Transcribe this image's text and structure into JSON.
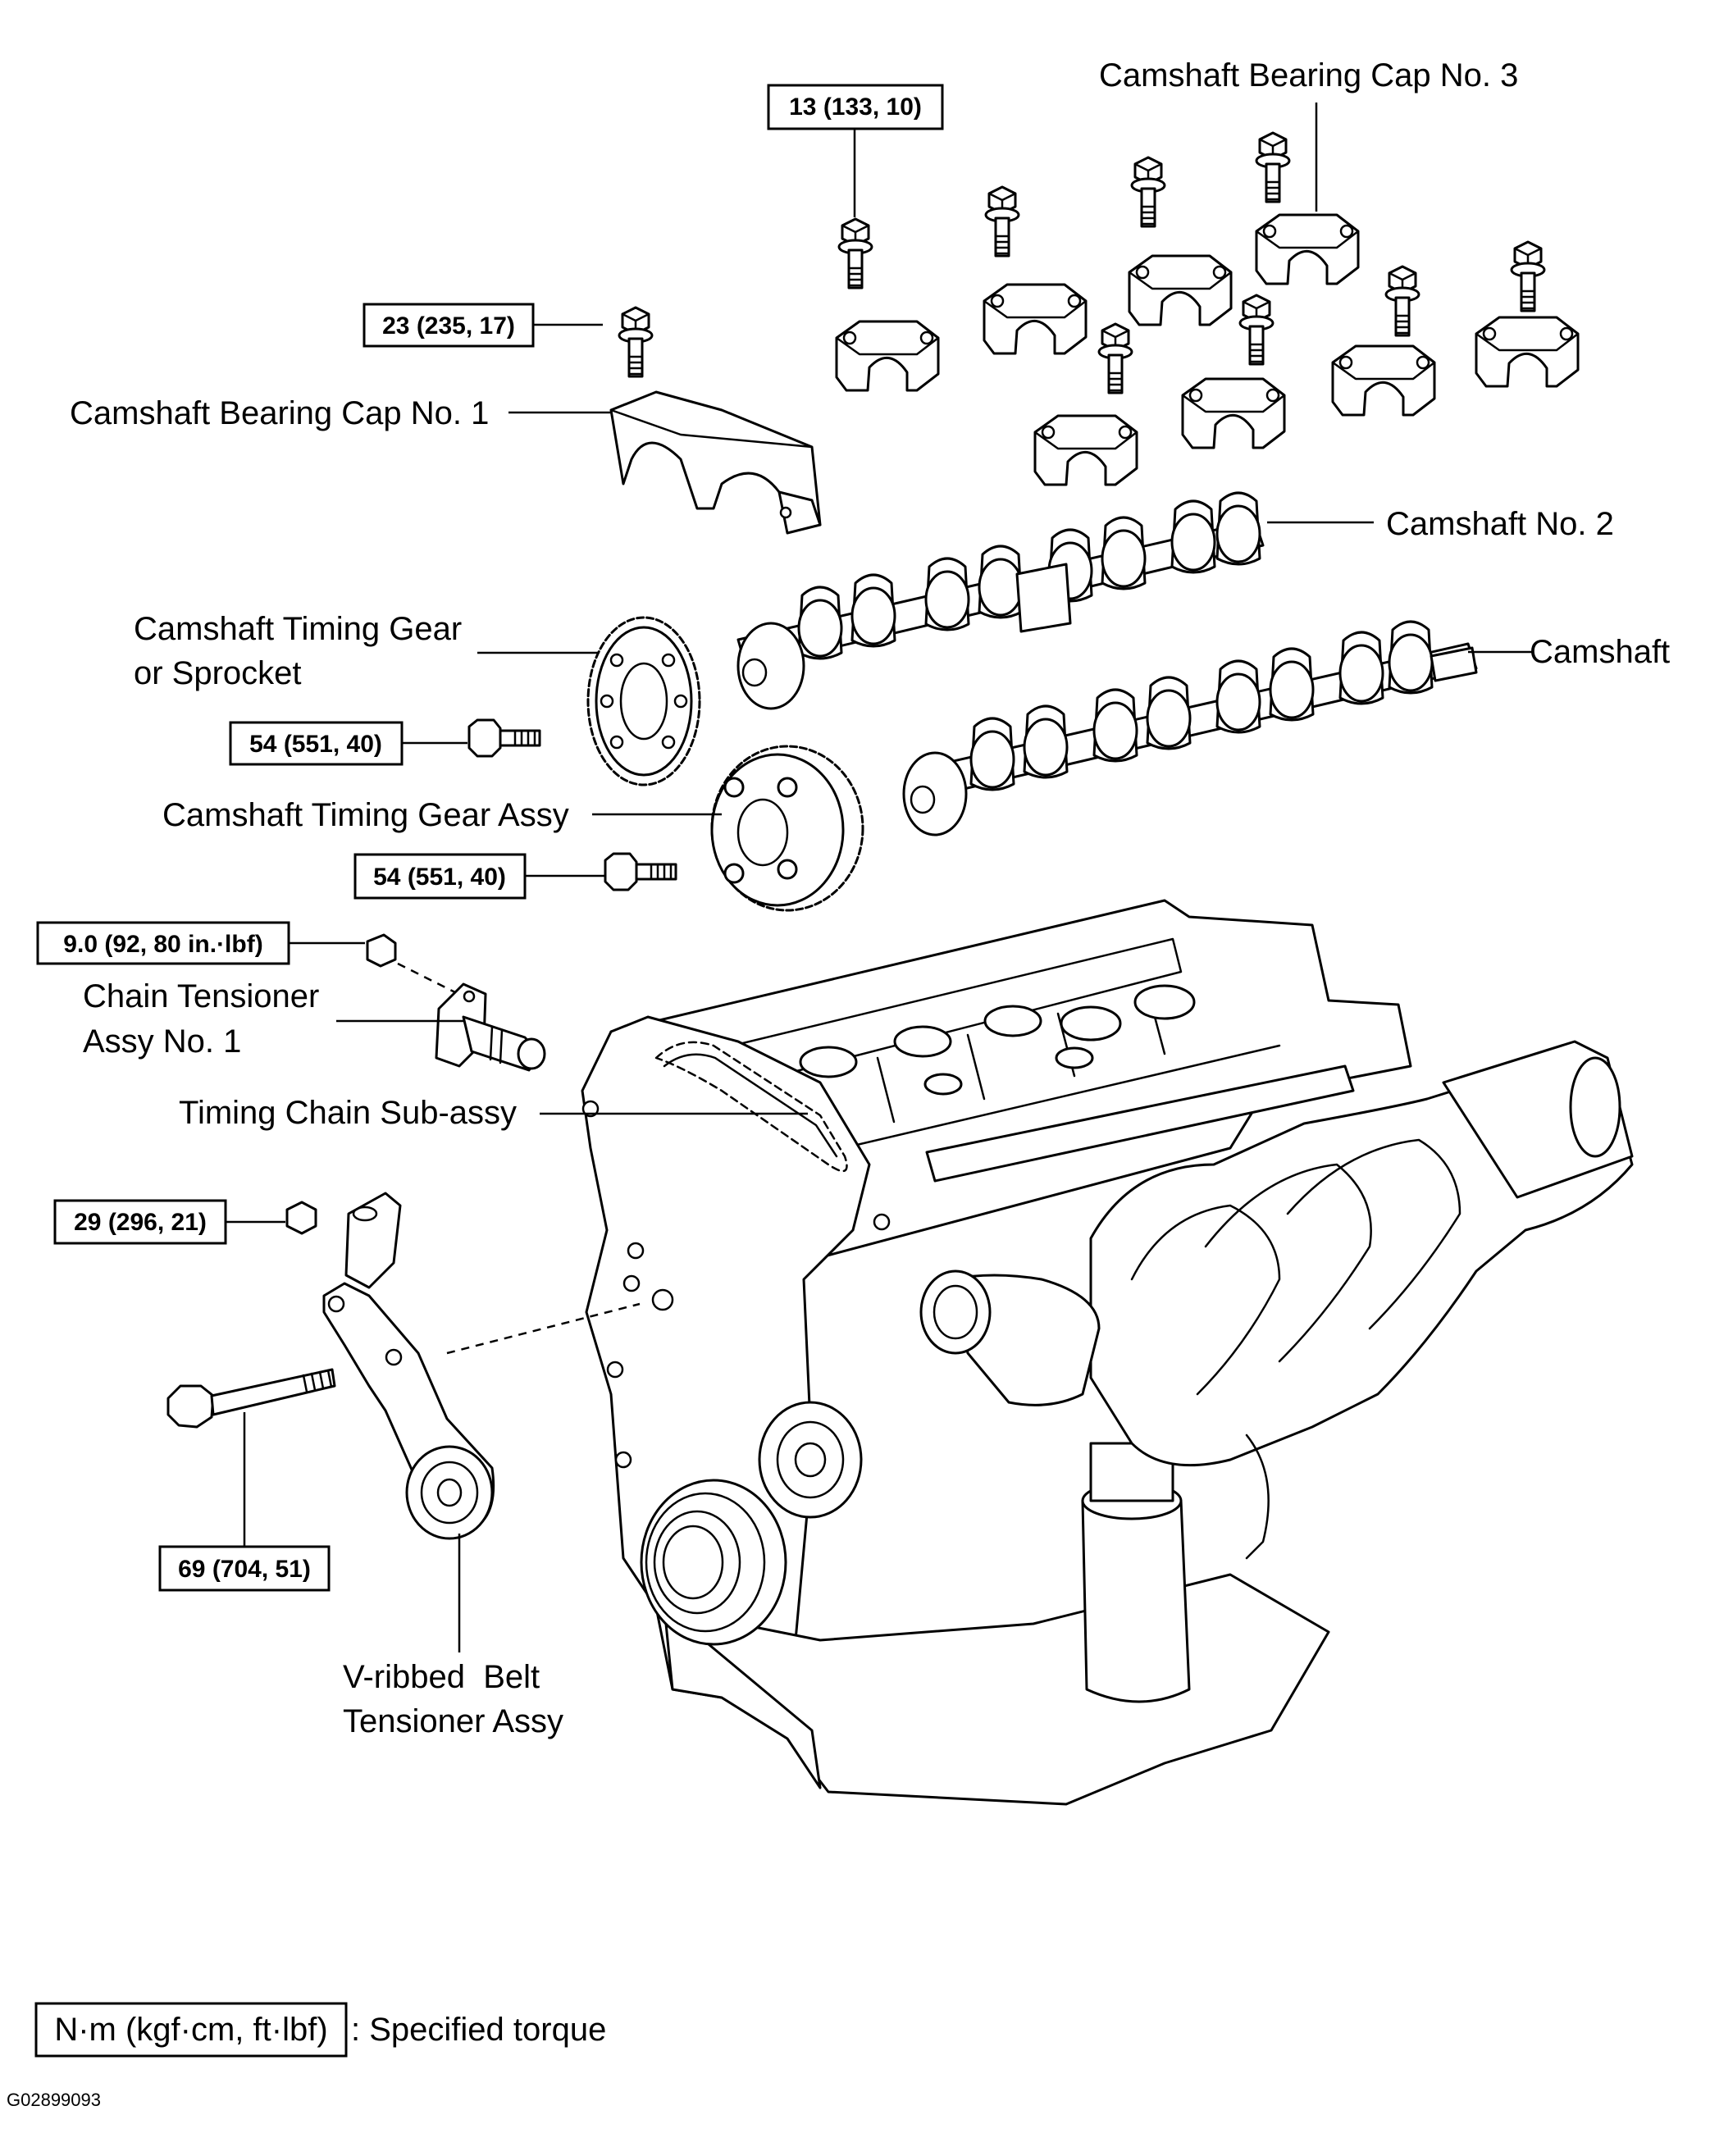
{
  "labels": {
    "cap3": "Camshaft Bearing Cap No. 3",
    "cap1": "Camshaft Bearing Cap No. 1",
    "camshaft2": "Camshaft No. 2",
    "camshaft": "Camshaft",
    "timing_gear_l1": "Camshaft Timing Gear",
    "timing_gear_l2": "or Sprocket",
    "gear_assy": "Camshaft Timing Gear Assy",
    "tensioner1_l1": "Chain Tensioner",
    "tensioner1_l2": "Assy No. 1",
    "chain": "Timing Chain Sub-assy",
    "belt_tensioner_l1": "V-ribbed  Belt",
    "belt_tensioner_l2": "Tensioner Assy"
  },
  "torques": {
    "t13": "13 (133, 10)",
    "t23": "23 (235, 17)",
    "t54a": "54 (551, 40)",
    "t54b": "54 (551, 40)",
    "t9": "9.0 (92, 80 in.·lbf)",
    "t29": "29 (296, 21)",
    "t69": "69 (704, 51)"
  },
  "legend": {
    "unit": "N·m (kgf·cm, ft·lbf)",
    "text": ": Specified torque"
  },
  "figure_code": "G02899093"
}
